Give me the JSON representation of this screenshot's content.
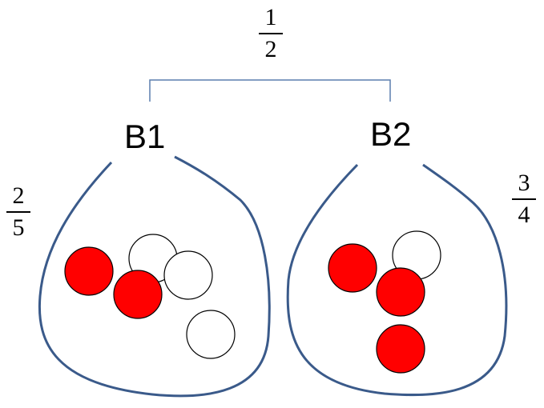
{
  "top_fraction": {
    "numerator": "1",
    "denominator": "2"
  },
  "bags": [
    {
      "label": "B1",
      "fraction": {
        "numerator": "2",
        "denominator": "5"
      },
      "red_balls": 2,
      "white_balls": 3
    },
    {
      "label": "B2",
      "fraction": {
        "numerator": "3",
        "denominator": "4"
      },
      "red_balls": 3,
      "white_balls": 1
    }
  ],
  "colors": {
    "bag_outline": "#3a5a8a",
    "bracket": "#5b7fae",
    "red_ball": "#ff0000",
    "white_ball": "#ffffff",
    "ball_outline": "#000000"
  }
}
